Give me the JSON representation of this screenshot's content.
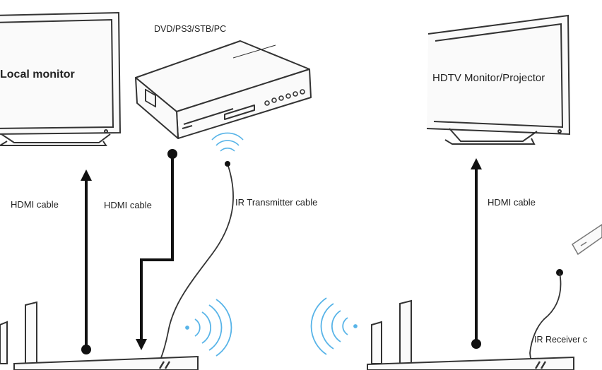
{
  "labels": {
    "source_device": "DVD/PS3/STB/PC",
    "local_monitor": "Local monitor",
    "remote_monitor": "HDTV Monitor/Projector",
    "hdmi_cable_local": "HDMI cable",
    "hdmi_cable_source": "HDMI cable",
    "ir_transmitter": "IR Transmitter cable",
    "hdmi_cable_remote": "HDMI cable",
    "ir_receiver": "IR Receiver c"
  },
  "colors": {
    "line": "#111111",
    "outline": "#333333",
    "wireless": "#58b4e8"
  }
}
